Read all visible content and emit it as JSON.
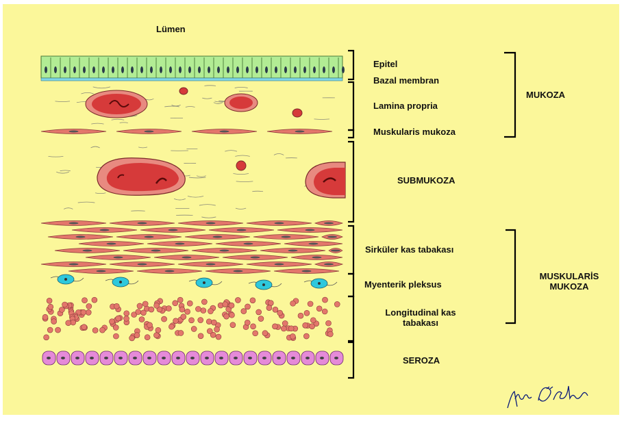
{
  "diagram": {
    "top_label": "Lümen",
    "layers": [
      {
        "label": "Epitel"
      },
      {
        "label": "Bazal membran"
      },
      {
        "label": "Lamina propria"
      },
      {
        "label": "Muskularis mukoza"
      },
      {
        "label": "SUBMUKOZA"
      },
      {
        "label": "Sirküler kas tabakası"
      },
      {
        "label": "Myenterik pleksus"
      },
      {
        "label": "Longitudinal kas",
        "label_line2": "tabakası"
      },
      {
        "label": "SEROZA"
      }
    ],
    "groups": [
      {
        "label": "MUKOZA"
      },
      {
        "label": "MUSKULARİS",
        "label_line2": "MUKOZA"
      }
    ],
    "signature": "Alev Özten"
  },
  "colors": {
    "background": "#fbf79a",
    "epithelium": "#b2ec94",
    "basement_membrane": "#7fd6e6",
    "muscle_cell": "#e3776b",
    "vessel": "#d63a3a",
    "nerve_cell": "#2ec8dc",
    "serosa": "#e58ad8"
  }
}
